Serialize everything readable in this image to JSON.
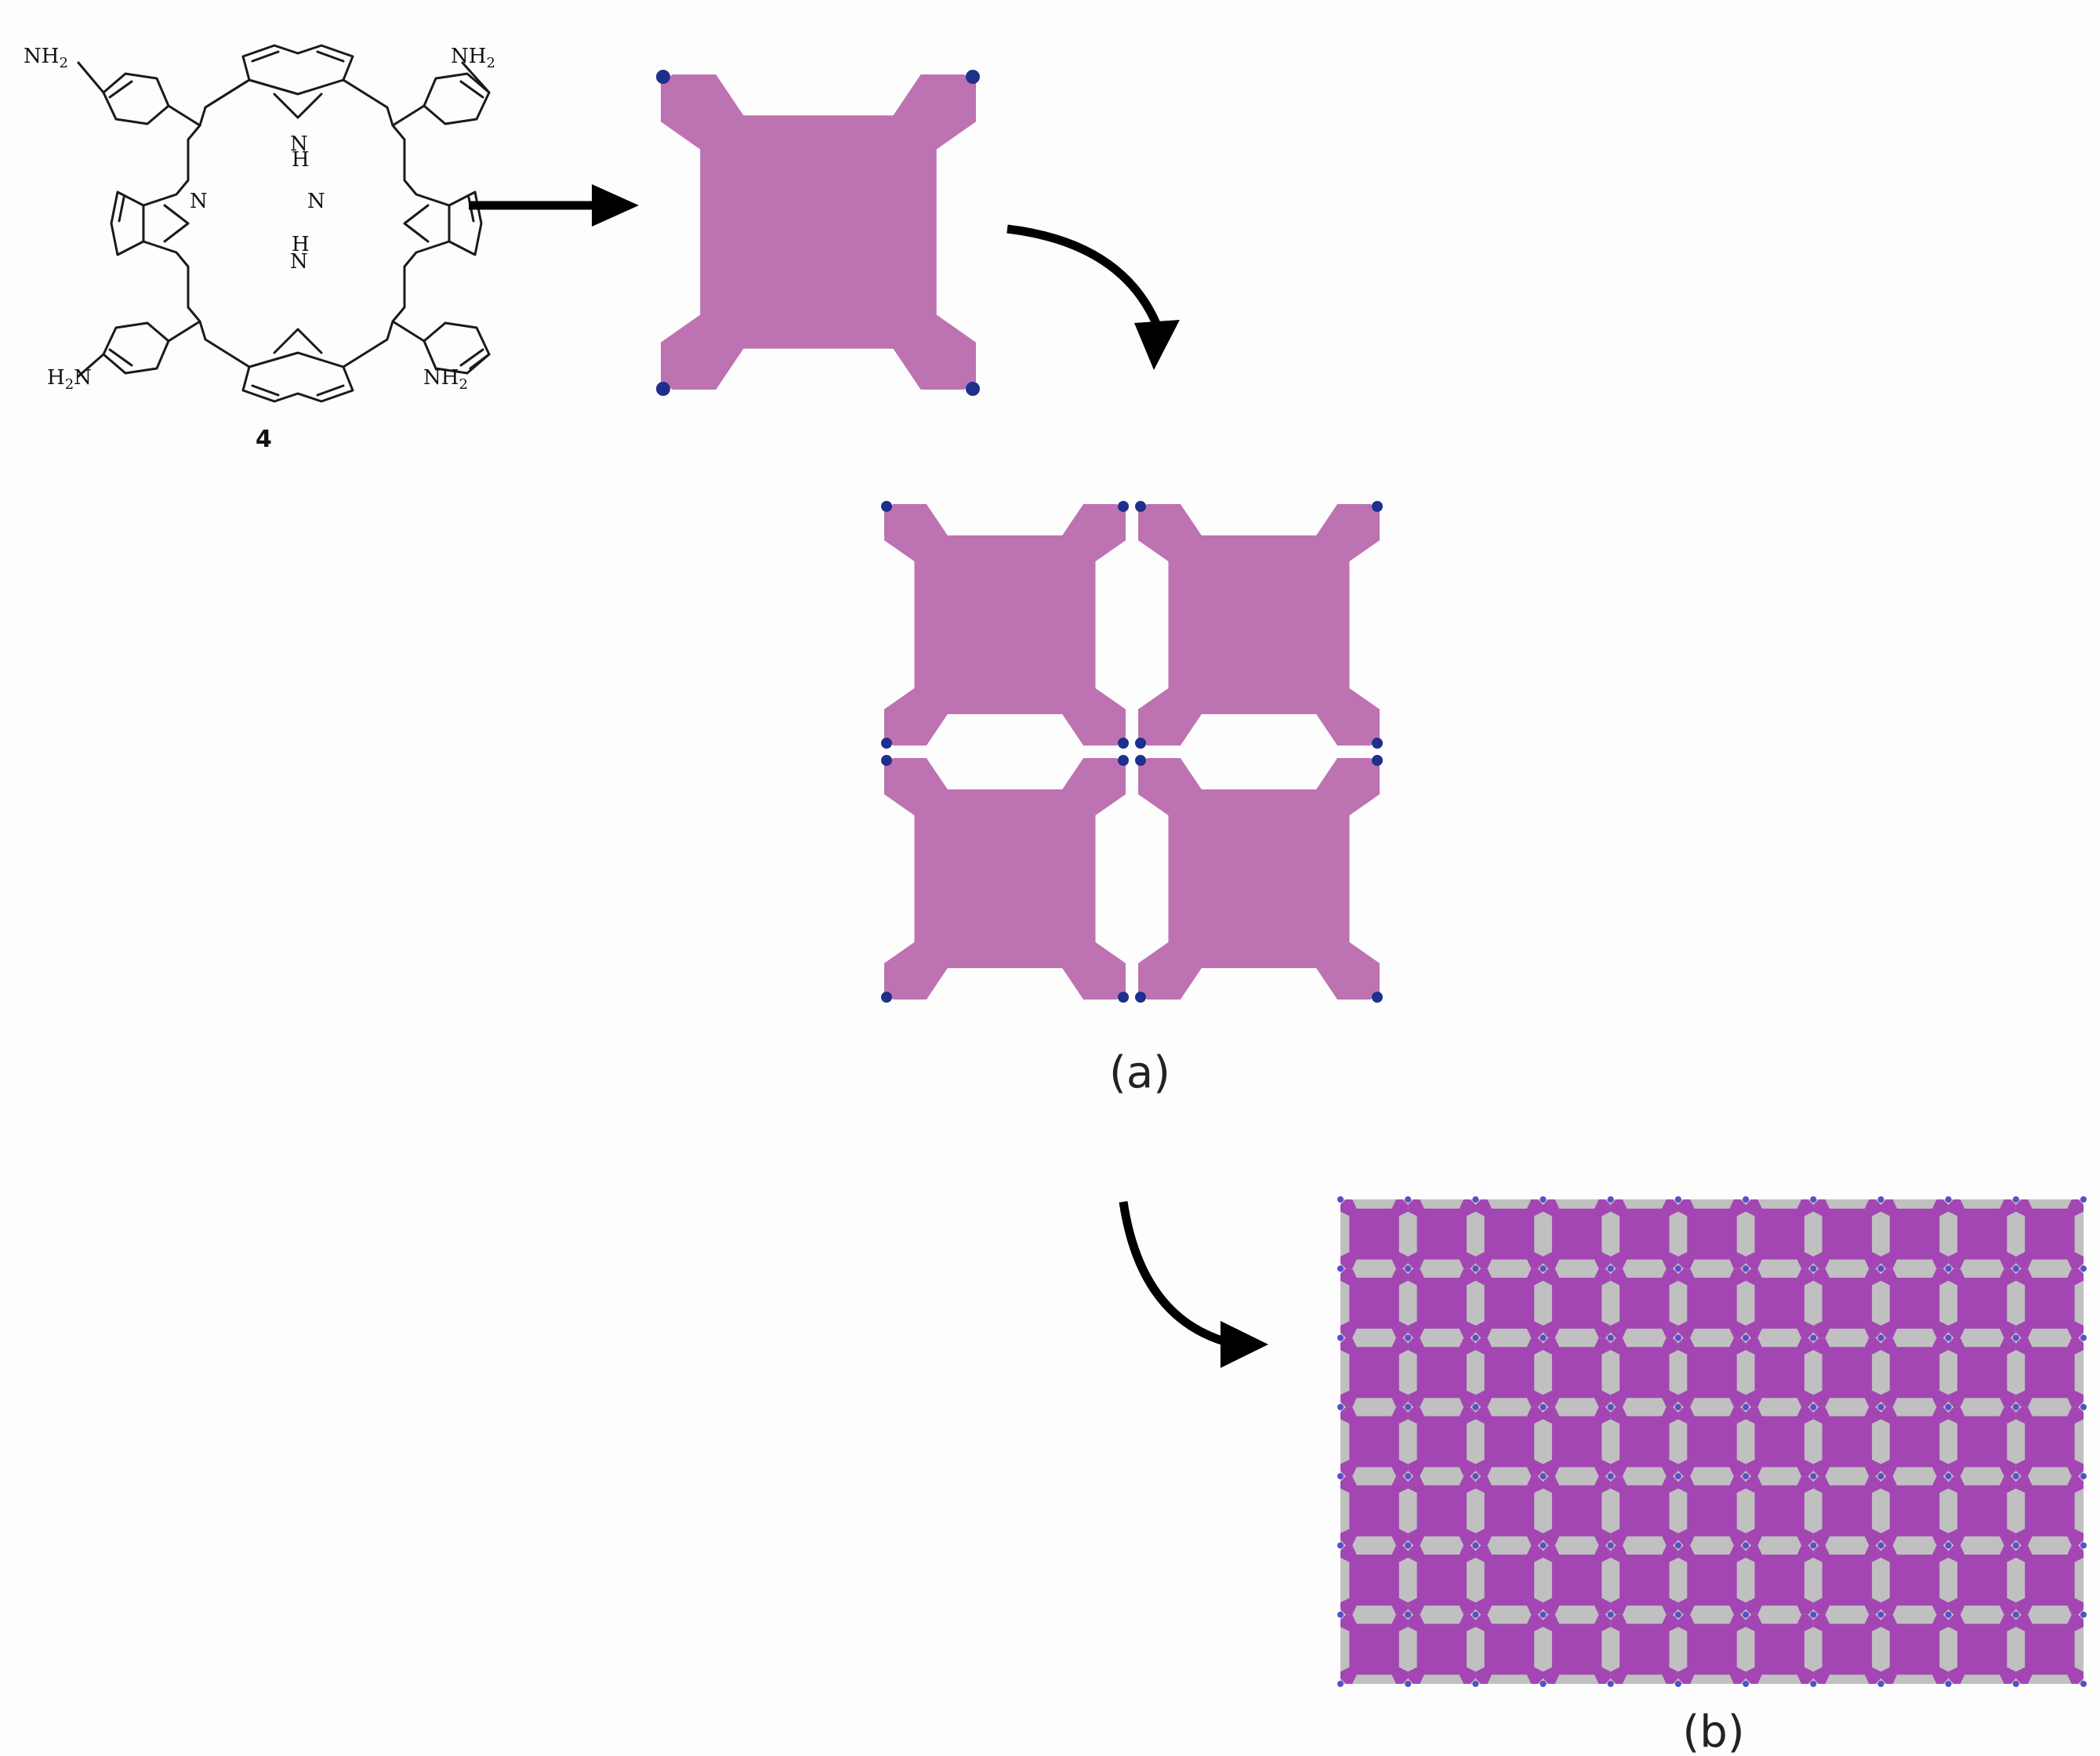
{
  "molecule": {
    "compound_number": "4",
    "amine_label": "NH",
    "amine_subscript": "2",
    "nitrogen_label": "N",
    "hydrogen_label": "H"
  },
  "panels": {
    "a_label": "(a)",
    "b_label": "(b)"
  },
  "colors": {
    "tile": "#bd72b2",
    "node": "#1f2f8c",
    "lattice_tile": "#a346b4",
    "lattice_background": "#c0c0c0",
    "lattice_node": "#5a4fc8"
  }
}
